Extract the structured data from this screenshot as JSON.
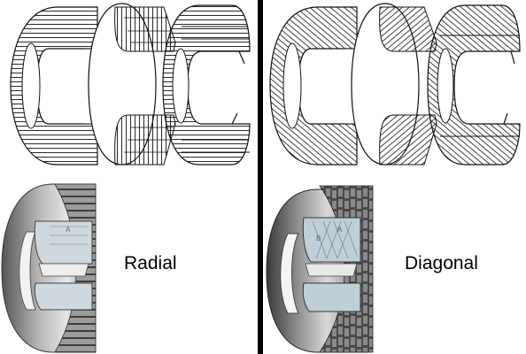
{
  "left_panel": {
    "label": "Radial",
    "photo_marker": "A"
  },
  "right_panel": {
    "label": "Diagonal",
    "photo_marker_a": "A",
    "photo_marker_b": "B"
  },
  "colors": {
    "line": "#111111",
    "divider": "#000000",
    "tread_dark": "#2b2b2b",
    "rubber_mid": "#8c8c8c",
    "rubber_light": "#d4d4d4"
  },
  "icons": {
    "exploded_radial": "radial-tire-exploded-diagram",
    "exploded_diagonal": "diagonal-tire-exploded-diagram",
    "photo_radial": "radial-tire-cutaway-photo",
    "photo_diagonal": "diagonal-tire-cutaway-photo"
  }
}
